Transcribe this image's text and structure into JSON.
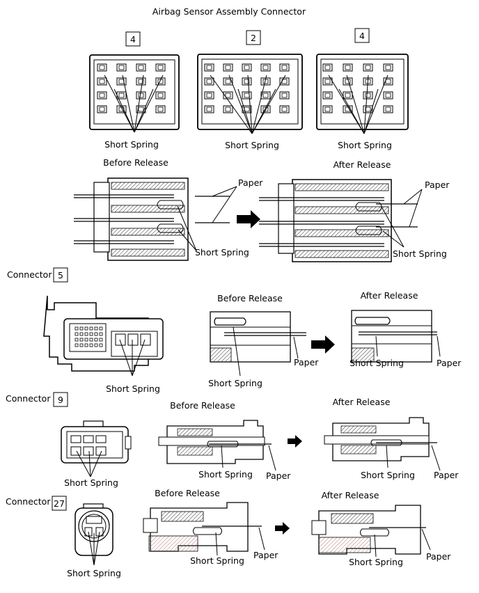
{
  "title": "Airbag Sensor Assembly Connector",
  "top_connectors": [
    {
      "number": "4",
      "spring_label": "Short Spring"
    },
    {
      "number": "2",
      "spring_label": "Short Spring"
    },
    {
      "number": "4",
      "spring_label": "Short Spring"
    }
  ],
  "release_labels": {
    "before": "Before Release",
    "after": "After Release"
  },
  "paper_label": "Paper",
  "spring_label": "Short Spring",
  "connector_prefix": "Connector",
  "connectors": [
    {
      "number": "5"
    },
    {
      "number": "9"
    },
    {
      "number": "27"
    }
  ],
  "colors": {
    "stroke": "#000000",
    "hatch": "#444444",
    "background": "#ffffff",
    "accent": "#c8a0a0"
  }
}
